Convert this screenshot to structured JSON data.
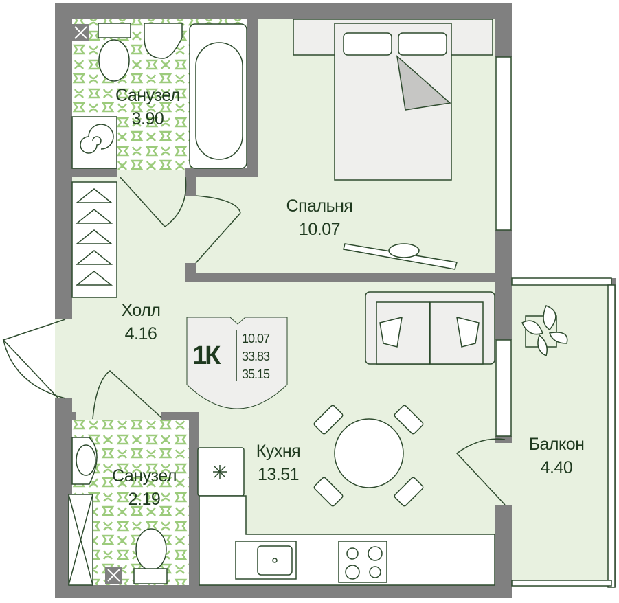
{
  "colors": {
    "wall": "#808080",
    "floor": "#e8f1e0",
    "text": "#1f3a1f",
    "tile": "#9ccb7c",
    "line": "#2d4a2d",
    "furniture": "#efefed"
  },
  "rooms": [
    {
      "name": "Санузел",
      "area": "3.90"
    },
    {
      "name": "Спальня",
      "area": "10.07"
    },
    {
      "name": "Холл",
      "area": "4.16"
    },
    {
      "name": "Кухня",
      "area": "13.51"
    },
    {
      "name": "Санузел",
      "area": "2.19"
    },
    {
      "name": "Балкон",
      "area": "4.40"
    }
  ],
  "badge": {
    "type": "1К",
    "values": [
      "10.07",
      "33.83",
      "35.15"
    ]
  }
}
